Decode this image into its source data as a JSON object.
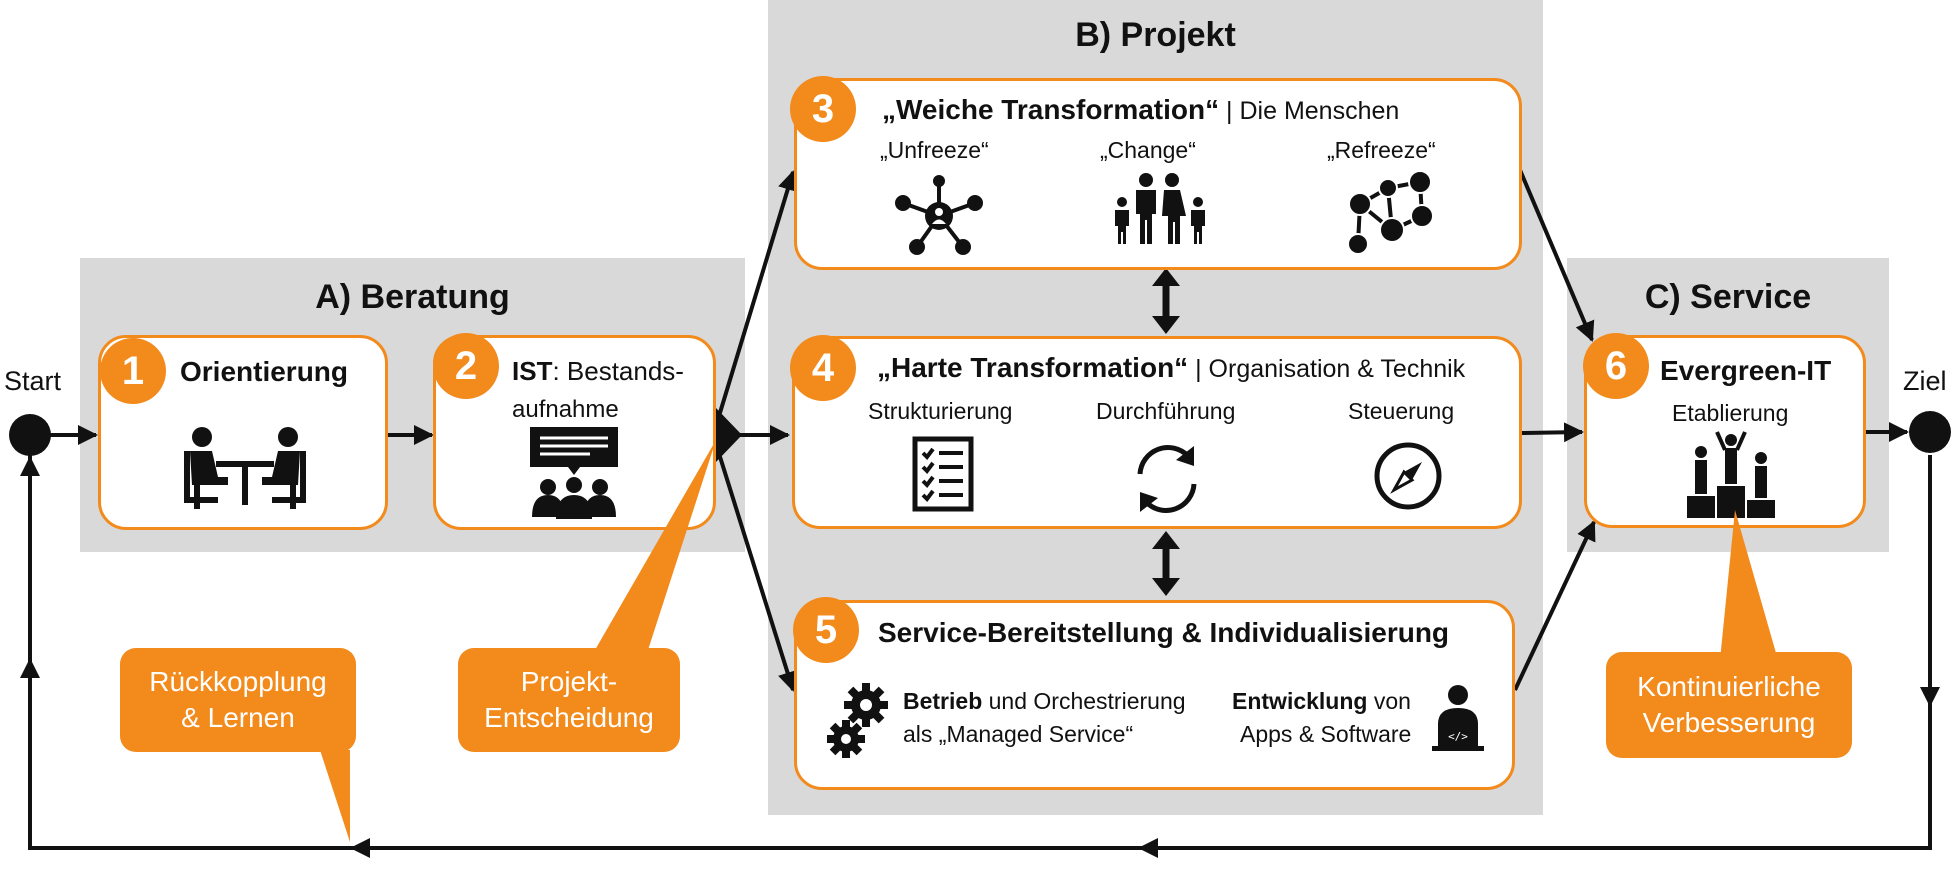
{
  "sections": {
    "a": "A) Beratung",
    "b": "B) Projekt",
    "c": "C) Service"
  },
  "start_label": "Start",
  "end_label": "Ziel",
  "step1": {
    "number": "1",
    "title": "Orientierung"
  },
  "step2": {
    "number": "2",
    "title_bold": "IST",
    "title_rest": ": Bestands-",
    "title_line2": "aufnahme"
  },
  "step3": {
    "number": "3",
    "title_bold": "„Weiche Transformation“",
    "title_rest": " | Die Menschen",
    "phases": [
      "„Unfreeze“",
      "„Change“",
      "„Refreeze“"
    ]
  },
  "step4": {
    "number": "4",
    "title_bold": "„Harte Transformation“",
    "title_rest": " | Organisation & Technik",
    "phases": [
      "Strukturierung",
      "Durchführung",
      "Steuerung"
    ]
  },
  "step5": {
    "number": "5",
    "title": "Service-Bereitstellung & Individualisierung",
    "left_bold": "Betrieb",
    "left_rest": " und Orchestrierung",
    "left_line2": "als „Managed Service“",
    "right_bold": "Entwicklung",
    "right_rest": " von",
    "right_line2": "Apps & Software"
  },
  "step6": {
    "number": "6",
    "title": "Evergreen-IT",
    "subtitle": "Etablierung"
  },
  "callouts": {
    "feedback": [
      "Rückkopplung",
      "& Lernen"
    ],
    "decision": [
      "Projekt-",
      "Entscheidung"
    ],
    "improvement": [
      "Kontinuierliche",
      "Verbesserung"
    ]
  },
  "colors": {
    "accent": "#f28a1c",
    "panel": "#d9d9d9",
    "line": "#111111"
  }
}
